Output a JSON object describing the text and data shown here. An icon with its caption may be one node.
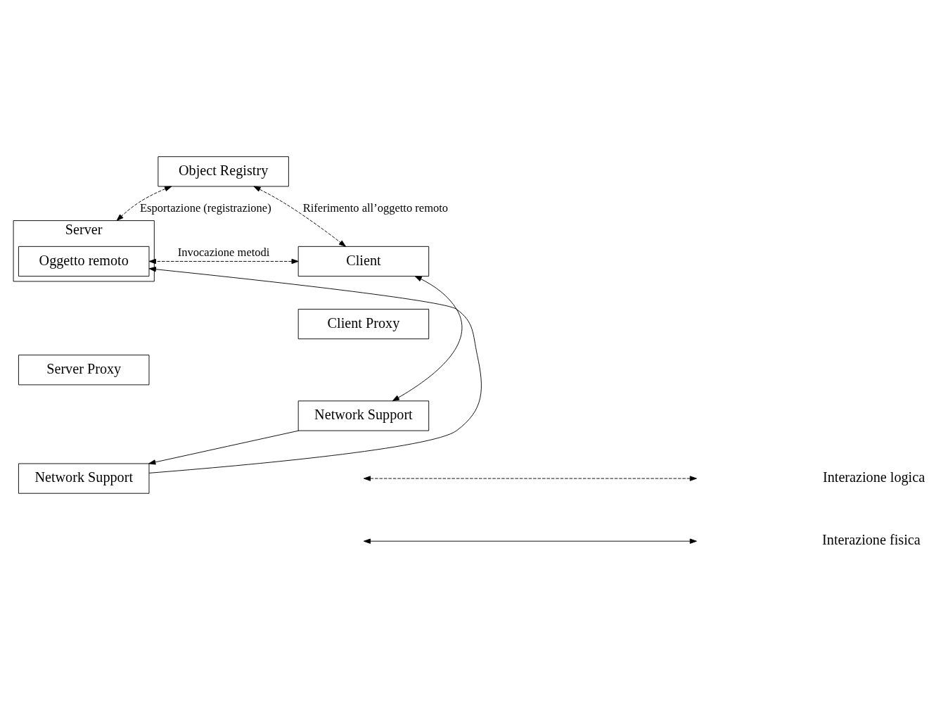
{
  "diagram": {
    "nodes": [
      {
        "text": [
          "Object Registry"
        ]
      },
      {
        "text": [
          "Client"
        ]
      },
      {
        "text": [
          "Client Proxy"
        ]
      },
      {
        "text": [
          "Network Support"
        ]
      },
      {
        "text": [
          "Server"
        ]
      },
      {
        "text": [
          "Oggetto remoto"
        ],
        "in": 4
      },
      {
        "text": [
          "Server Proxy"
        ]
      },
      {
        "text": [
          "Network Support"
        ]
      }
    ],
    "edges": [
      {
        "from": 0,
        "to": 1,
        "arrow": "both",
        "style": "dashed",
        "label": "Riferimento all’oggetto remoto"
      },
      {
        "from": 0,
        "to": 4,
        "arrow": "both",
        "style": "dashed",
        "label": "Esportazione (registrazione)"
      },
      {
        "from": 1,
        "to": 5,
        "arrow": "both",
        "style": "dashed",
        "label": "Invocazione metodi"
      },
      {
        "from": 1,
        "to": 3,
        "arrow": "both"
      },
      {
        "from": 3,
        "to": 7,
        "arrow": "to"
      },
      {
        "from": 7,
        "to": 5,
        "arrow": "to"
      }
    ],
    "legend": [
      {
        "text": "Interazione logica"
      },
      {
        "text": "Interazione fisica"
      }
    ]
  }
}
